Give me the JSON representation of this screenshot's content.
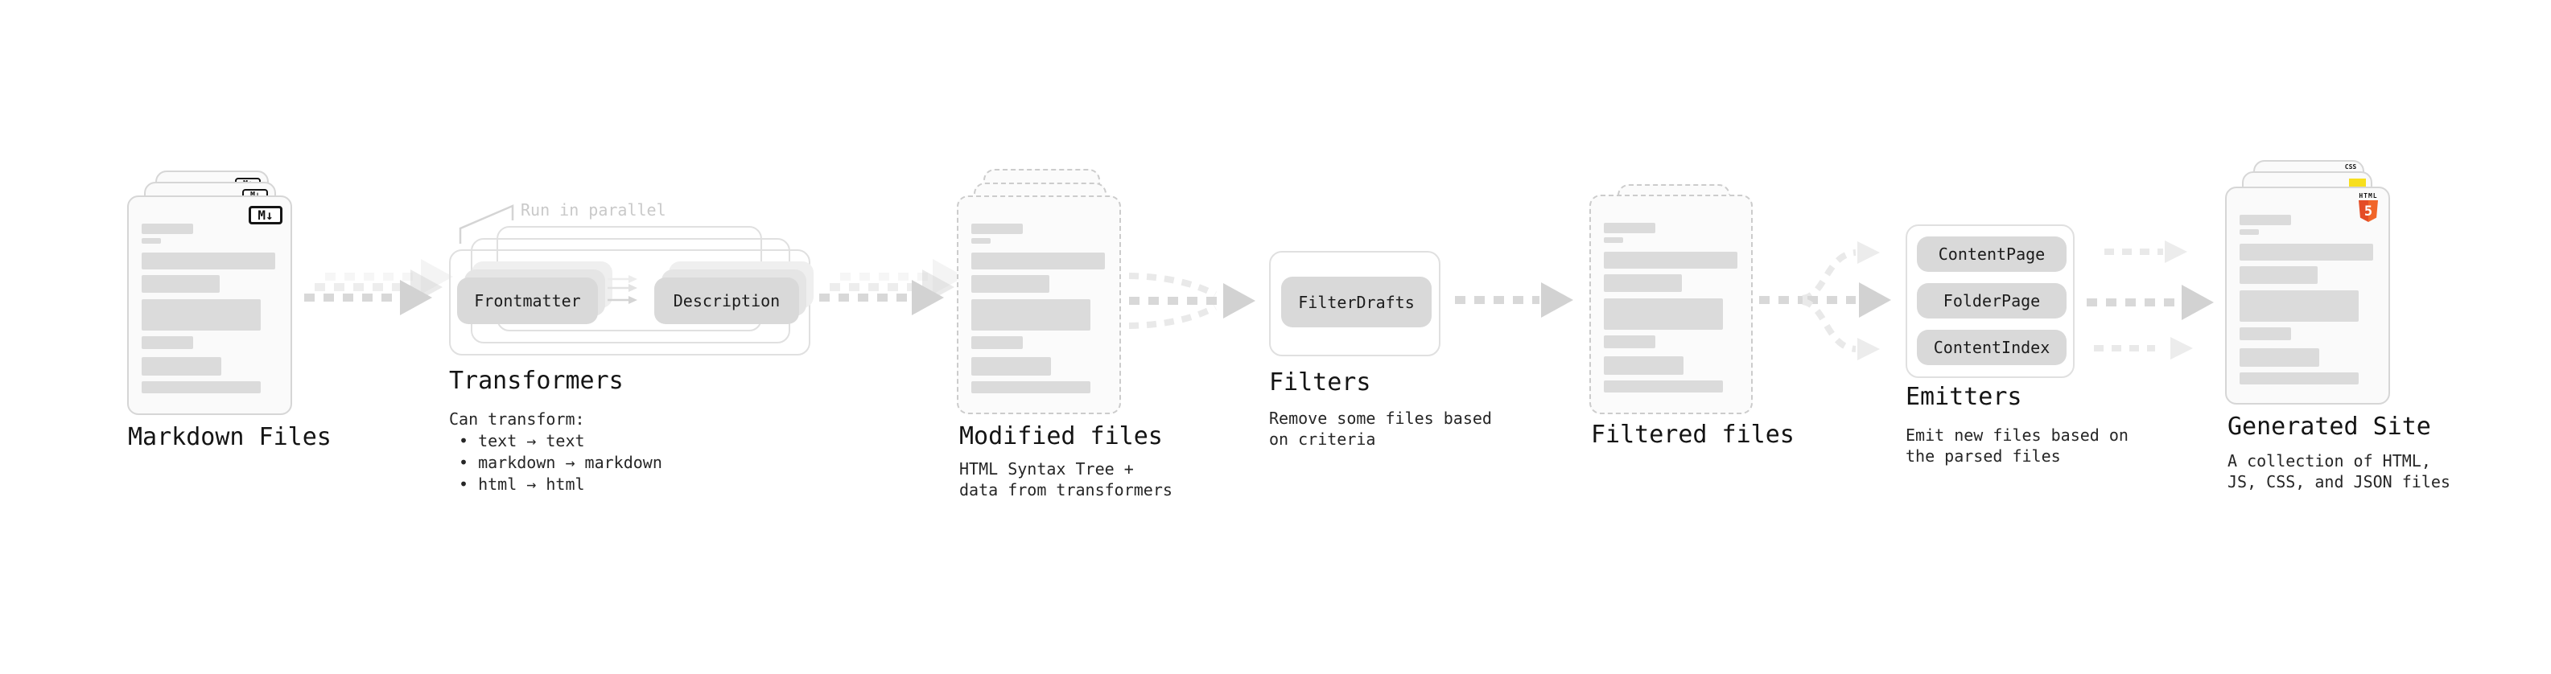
{
  "stages": {
    "markdown_files": {
      "title": "Markdown Files",
      "badge": "M↓"
    },
    "transformers": {
      "title": "Transformers",
      "note": "Run in parallel",
      "pill_left": "Frontmatter",
      "pill_right": "Description",
      "desc_intro": "Can transform:",
      "bullet_1": "• text → text",
      "bullet_2": "• markdown → markdown",
      "bullet_3": "• html → html"
    },
    "modified_files": {
      "title": "Modified files",
      "subtitle": "HTML Syntax Tree +\ndata from transformers"
    },
    "filters": {
      "title": "Filters",
      "pill": "FilterDrafts",
      "subtitle": "Remove some files based\non criteria"
    },
    "filtered_files": {
      "title": "Filtered files"
    },
    "emitters": {
      "title": "Emitters",
      "pill_1": "ContentPage",
      "pill_2": "FolderPage",
      "pill_3": "ContentIndex",
      "subtitle": "Emit new files based on\nthe parsed files"
    },
    "generated_site": {
      "title": "Generated Site",
      "subtitle": "A collection of HTML,\nJS, CSS, and JSON files",
      "badge_css": "CSS",
      "badge_html_label": "HTML",
      "badge_html_number": "5"
    }
  },
  "colors": {
    "html5_orange": "#e44d26",
    "html5_orange_light": "#f16529",
    "js_yellow": "#f7df1e",
    "css_blue": "#2b63e0",
    "pill_gray": "#d9d9d9",
    "arrow_gray": "#d8d8d8",
    "card_border": "#d6d6d6"
  }
}
